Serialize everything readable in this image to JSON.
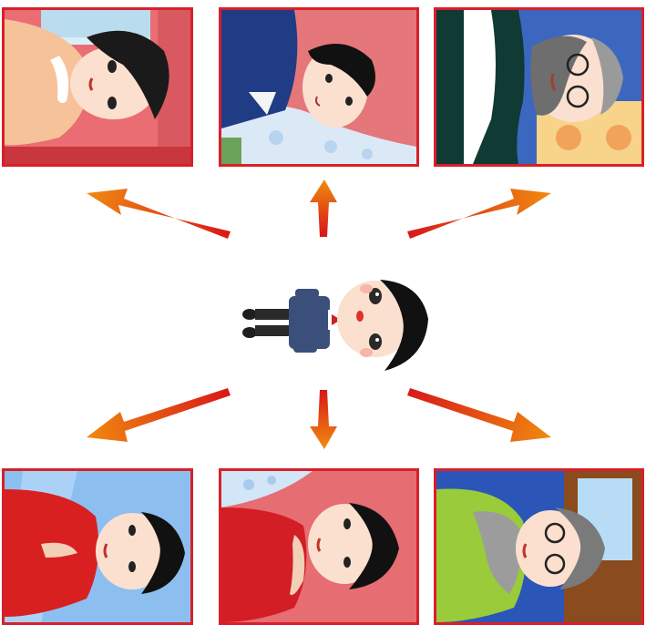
{
  "colors": {
    "frame_border": "#d8202a",
    "arrow_tail": "#d81818",
    "arrow_head": "#f08a10",
    "background": "#ffffff"
  },
  "panels": [
    {
      "id": "top-left",
      "subject": "woman-in-peach-sweater"
    },
    {
      "id": "top-center",
      "subject": "man-in-blue-jacket"
    },
    {
      "id": "top-right",
      "subject": "grandfather-with-beard-and-glasses"
    },
    {
      "id": "bottom-left",
      "subject": "man-in-red-shirt"
    },
    {
      "id": "bottom-center",
      "subject": "woman-in-red-shirt"
    },
    {
      "id": "bottom-right",
      "subject": "grandmother-with-glasses"
    }
  ],
  "center": {
    "subject": "child-in-school-uniform"
  },
  "arrows": [
    "up-left",
    "up",
    "up-right",
    "down-left",
    "down",
    "down-right"
  ]
}
